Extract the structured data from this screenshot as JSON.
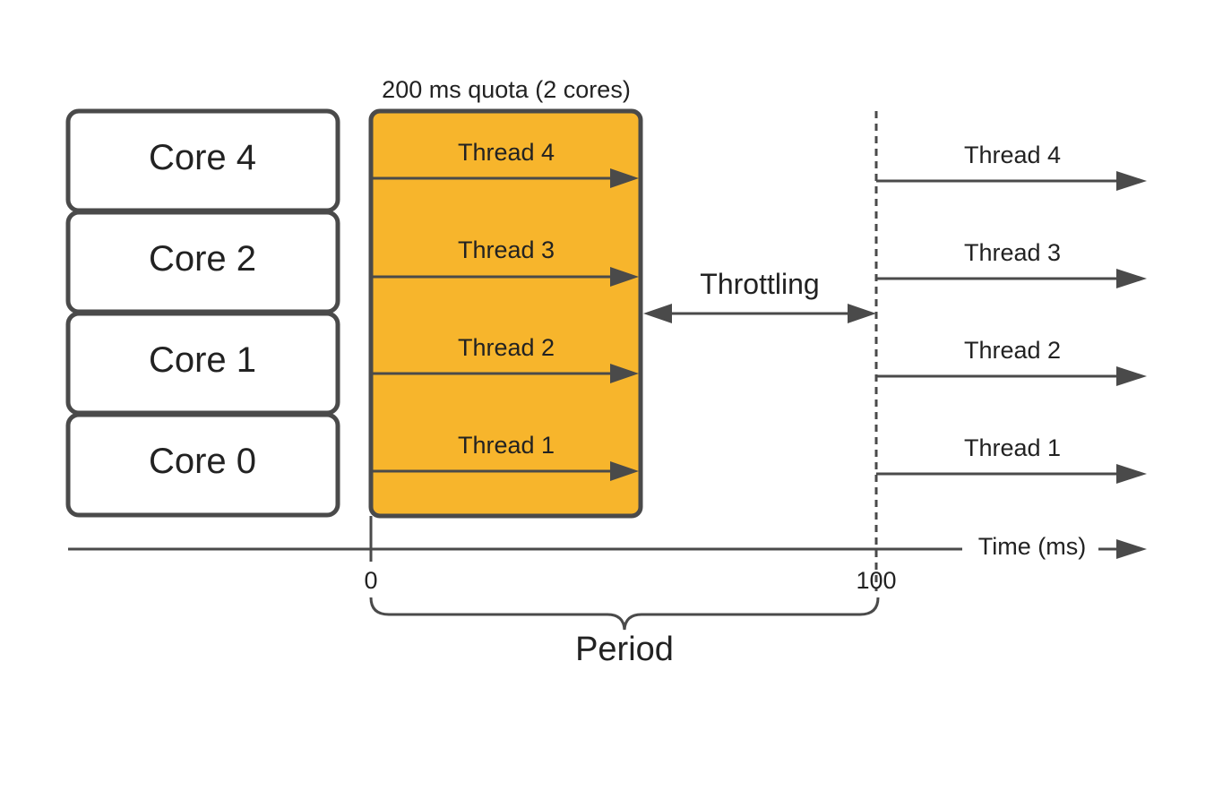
{
  "cores": [
    "Core 4",
    "Core 2",
    "Core 1",
    "Core 0"
  ],
  "quota_label": "200 ms quota (2 cores)",
  "quota_threads": [
    "Thread 4",
    "Thread 3",
    "Thread 2",
    "Thread 1"
  ],
  "after_threads": [
    "Thread 4",
    "Thread 3",
    "Thread 2",
    "Thread 1"
  ],
  "throttling_label": "Throttling",
  "axis": {
    "label": "Time (ms)",
    "ticks": [
      "0",
      "100"
    ]
  },
  "period_label": "Period",
  "colors": {
    "quota_fill": "#f7b52c",
    "stroke": "#4a4a4a",
    "text": "#222222"
  }
}
